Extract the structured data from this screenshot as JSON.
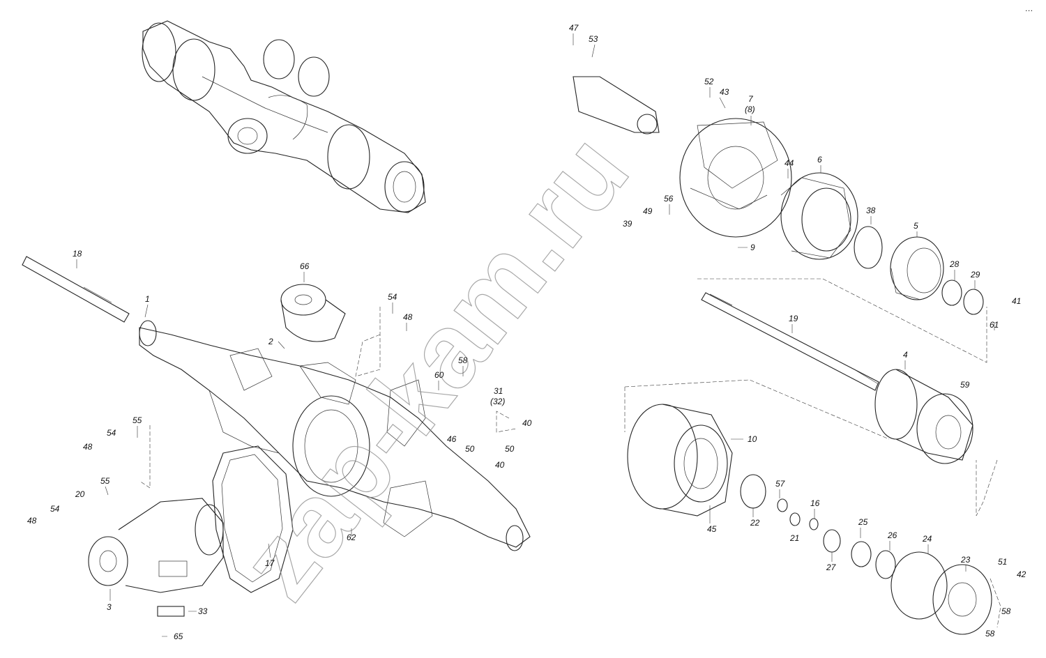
{
  "watermark": "zap-kam.ru",
  "corner_mark": "…",
  "labels": {
    "l1": "1",
    "l2": "2",
    "l3": "3",
    "l4": "4",
    "l5": "5",
    "l6": "6",
    "l7": "7",
    "l8": "(8)",
    "l9": "9",
    "l10": "10",
    "l16": "16",
    "l17": "17",
    "l18": "18",
    "l19": "19",
    "l20": "20",
    "l21": "21",
    "l22": "22",
    "l23": "23",
    "l24": "24",
    "l25": "25",
    "l26": "26",
    "l27": "27",
    "l28": "28",
    "l29": "29",
    "l31": "31",
    "l32": "(32)",
    "l33": "33",
    "l38": "38",
    "l39": "39",
    "l40a": "40",
    "l40b": "40",
    "l41": "41",
    "l42": "42",
    "l43": "43",
    "l44": "44",
    "l45": "45",
    "l46": "46",
    "l47": "47",
    "l48a": "48",
    "l48b": "48",
    "l48c": "48",
    "l49": "49",
    "l50a": "50",
    "l50b": "50",
    "l51": "51",
    "l52": "52",
    "l53": "53",
    "l54a": "54",
    "l54b": "54",
    "l54c": "54",
    "l55a": "55",
    "l55b": "55",
    "l56": "56",
    "l57": "57",
    "l58a": "58",
    "l58b": "58",
    "l58c": "58",
    "l59": "59",
    "l60": "60",
    "l61": "61",
    "l62": "62",
    "l65": "65",
    "l66": "66"
  }
}
